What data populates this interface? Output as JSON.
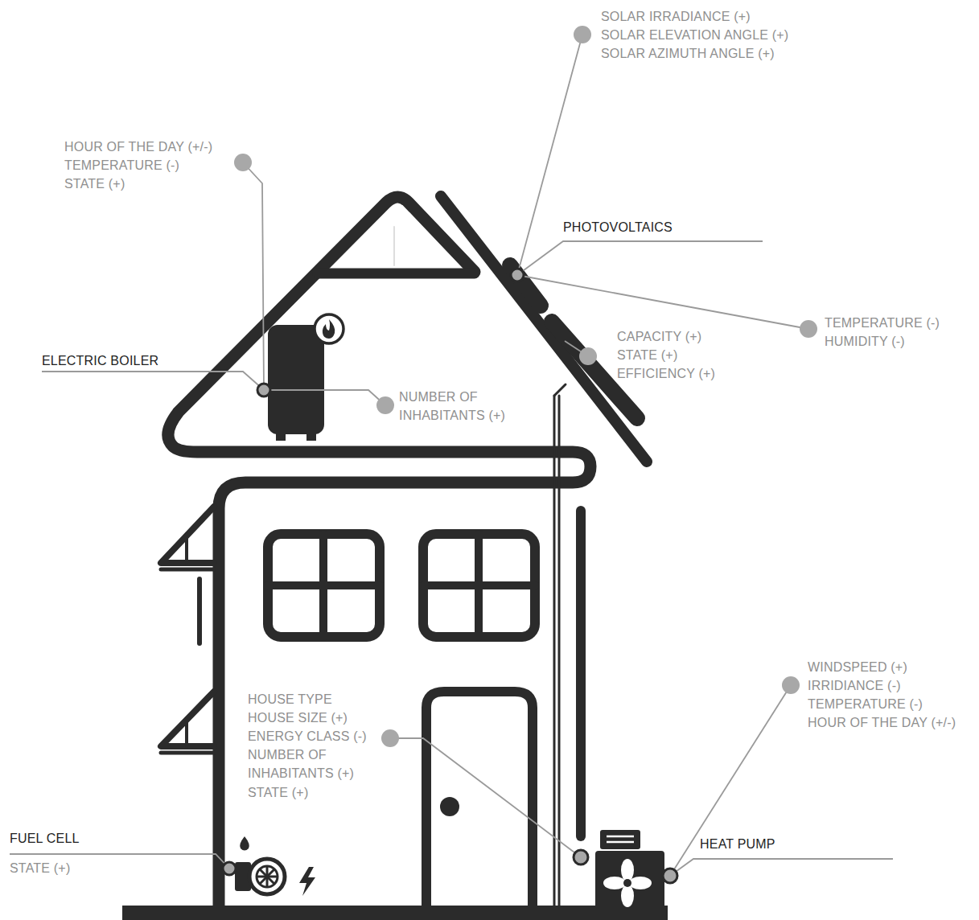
{
  "diagram": {
    "labels": [
      "SOLAR IRRADIANCE (+)",
      "SOLAR ELEVATION ANGLE (+)",
      "SOLAR AZIMUTH ANGLE (+)",
      "HOUR OF THE DAY (+/-)",
      "TEMPERATURE (-)",
      "STATE (+)",
      "PHOTOVOLTAICS",
      "TEMPERATURE (-)",
      "HUMIDITY (-)",
      "CAPACITY (+)",
      "STATE (+)",
      "EFFICIENCY (+)",
      "ELECTRIC BOILER",
      "NUMBER OF INHABITANTS (+)",
      "HOUSE TYPE",
      "HOUSE SIZE (+)",
      "ENERGY CLASS (-)",
      "NUMBER OF INHABITANTS (+)",
      "STATE (+)",
      "WINDSPEED (+)",
      "IRRIDIANCE (-)",
      "TEMPERATURE (-)",
      "HOUR OF THE DAY (+/-)",
      "FUEL CELL",
      "STATE (+)",
      "HEAT PUMP"
    ]
  }
}
